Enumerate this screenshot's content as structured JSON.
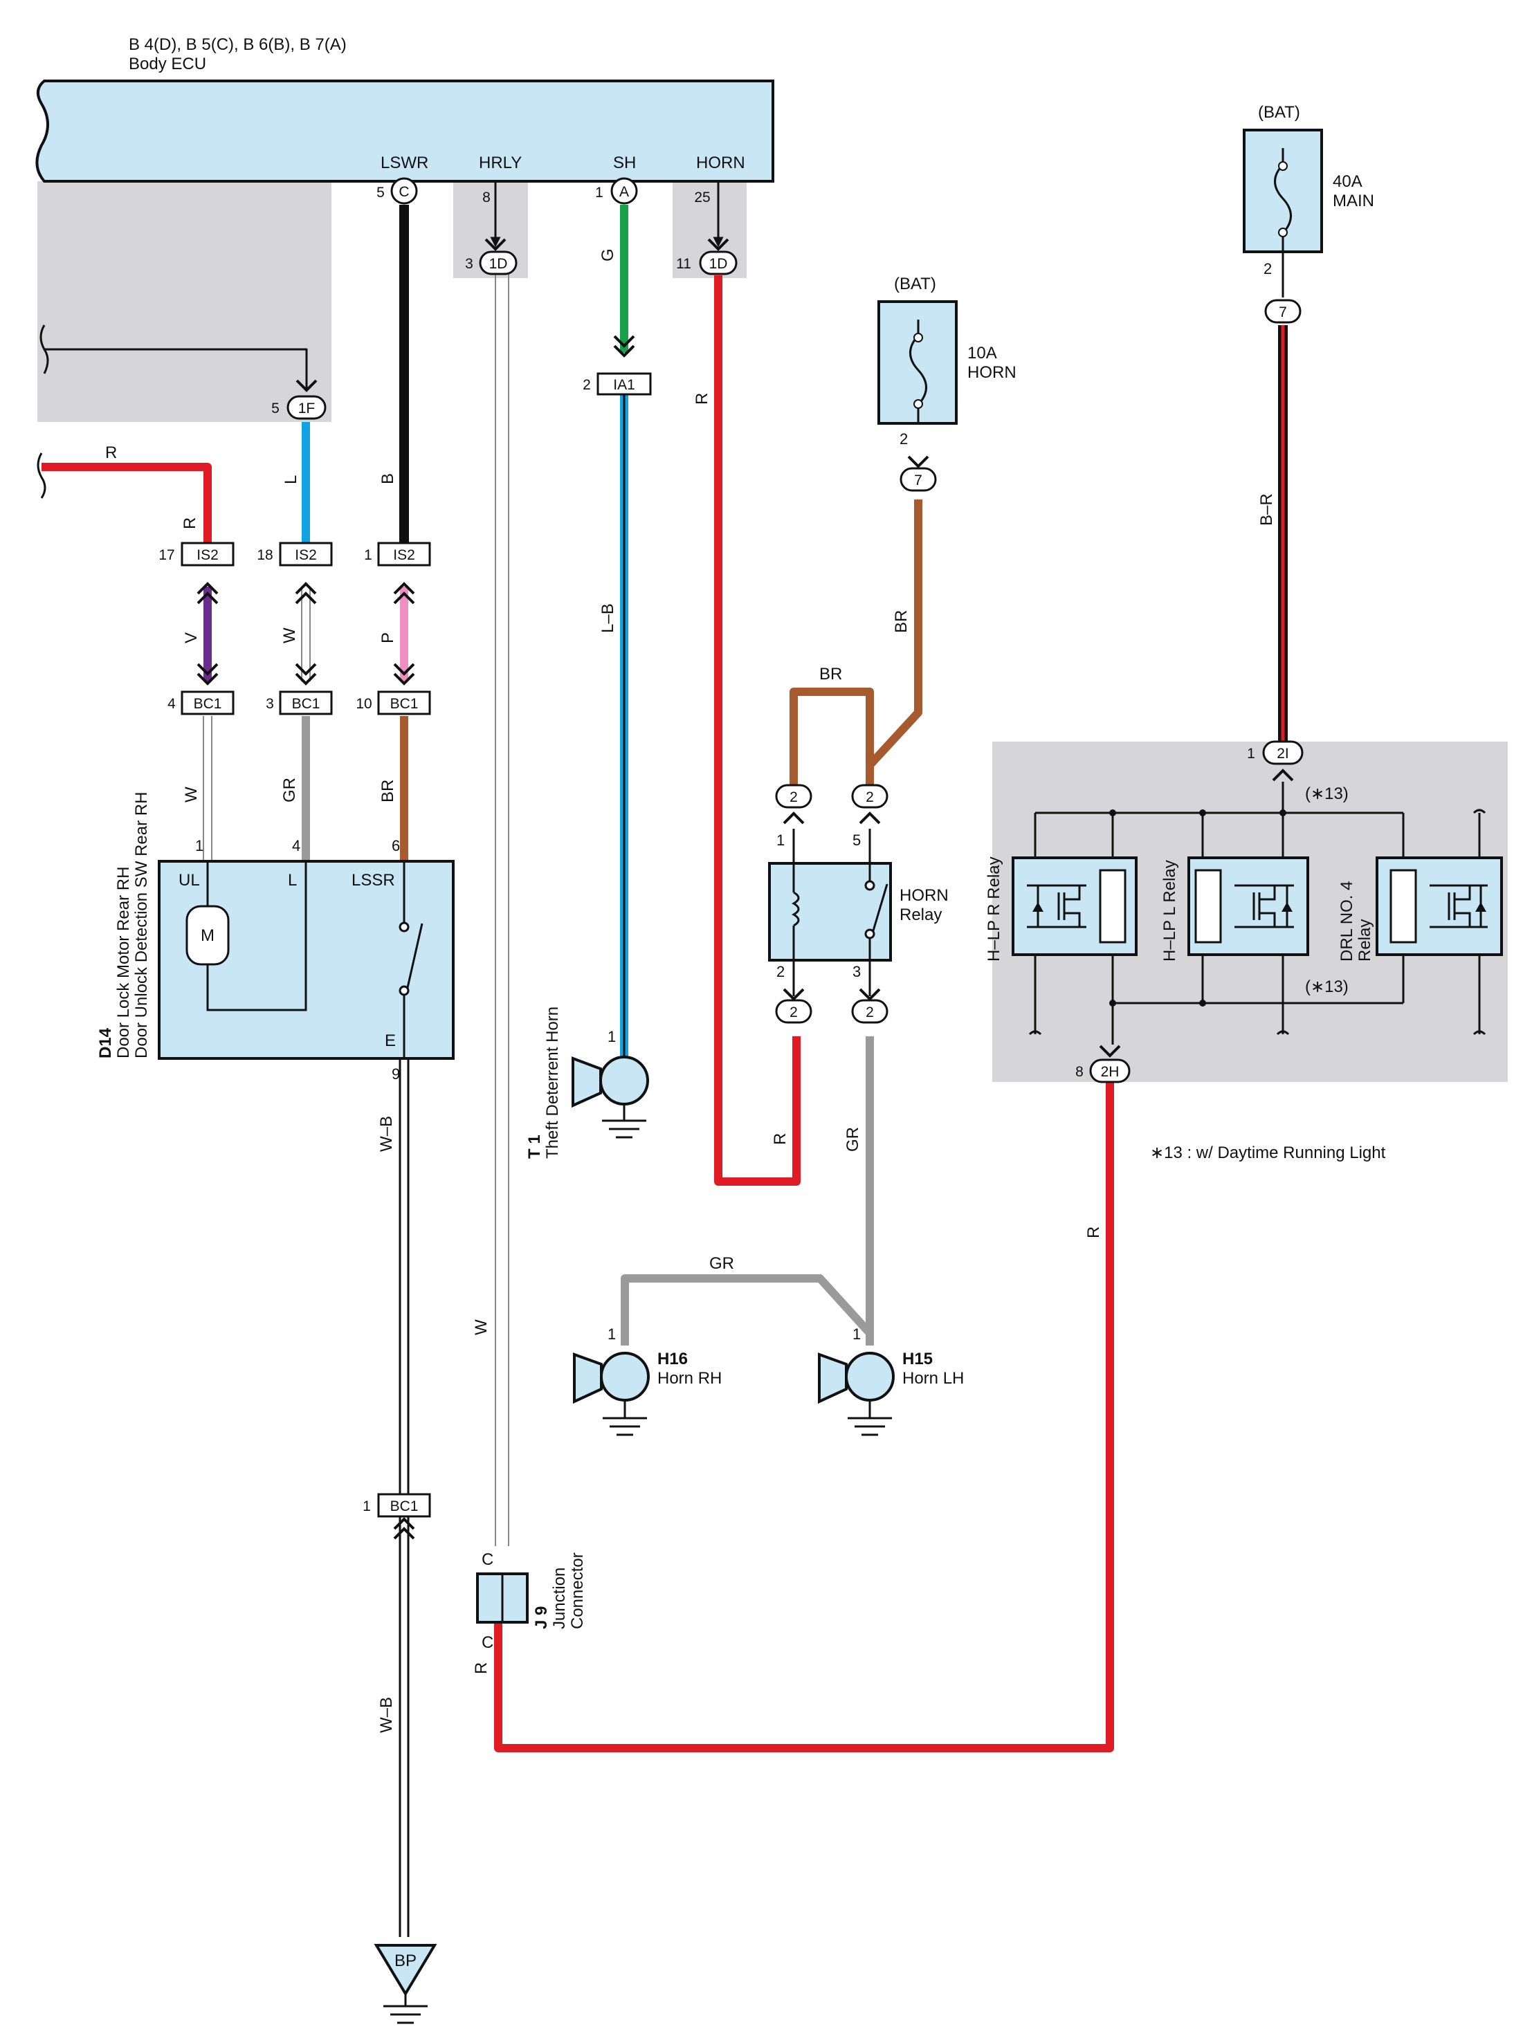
{
  "ecu": {
    "codes": "B 4(D), B 5(C), B 6(B), B 7(A)",
    "name": "Body ECU",
    "terminals": {
      "lswr": "LSWR",
      "hrly": "HRLY",
      "sh": "SH",
      "horn": "HORN"
    }
  },
  "pins": {
    "p5": "5",
    "p8": "8",
    "p1": "1",
    "p25": "25",
    "p3": "3",
    "p11": "11",
    "p2": "2",
    "p17": "17",
    "p18": "18",
    "p4": "4",
    "p10": "10",
    "p6": "6",
    "p9": "9",
    "p7": "7"
  },
  "connectors": {
    "c": "C",
    "a": "A",
    "d1": "1D",
    "f1": "1F",
    "ia1": "IA1",
    "is2": "IS2",
    "bc1": "BC1",
    "two": "2",
    "seven": "7",
    "i2": "2I",
    "h2": "2H",
    "bp": "BP"
  },
  "wires": {
    "r": "R",
    "b": "B",
    "l": "L",
    "g": "G",
    "v": "V",
    "w": "W",
    "p": "P",
    "gr": "GR",
    "br": "BR",
    "lb": "L–B",
    "wb": "W–B",
    "br2": "B–R"
  },
  "door_lock": {
    "id": "D14",
    "line1": "Door Lock Motor Rear RH",
    "line2": "Door Unlock Detection SW Rear RH",
    "ul": "UL",
    "l": "L",
    "lssr": "LSSR",
    "e": "E",
    "m": "M"
  },
  "theft_horn": {
    "id": "T 1",
    "name": "Theft Deterrent Horn"
  },
  "fuse_horn": {
    "bat": "(BAT)",
    "rating": "10A",
    "name": "HORN"
  },
  "fuse_main": {
    "bat": "(BAT)",
    "rating": "40A",
    "name": "MAIN"
  },
  "horn_relay": {
    "line1": "HORN",
    "line2": "Relay"
  },
  "relays": {
    "r1": "H–LP R Relay",
    "r2": "H–LP L Relay",
    "r3a": "DRL NO. 4",
    "r3b": "Relay",
    "note_ref": "(∗13)"
  },
  "note": "∗13 : w/ Daytime Running Light",
  "horn_rh": {
    "id": "H16",
    "name": "Horn RH"
  },
  "horn_lh": {
    "id": "H15",
    "name": "Horn LH"
  },
  "junction": {
    "id": "J 9",
    "line1": "Junction",
    "line2": "Connector",
    "c": "C"
  },
  "colors": {
    "red": "#e01b24",
    "black": "#1a1a1a",
    "blue": "#12a4e2",
    "green": "#17a14a",
    "violet": "#6a2d8e",
    "pink": "#ef8fbf",
    "gray": "#9a9a9a",
    "brown": "#a65a2e",
    "component": "#c9e6f5",
    "shade": "#d6d6d8"
  }
}
